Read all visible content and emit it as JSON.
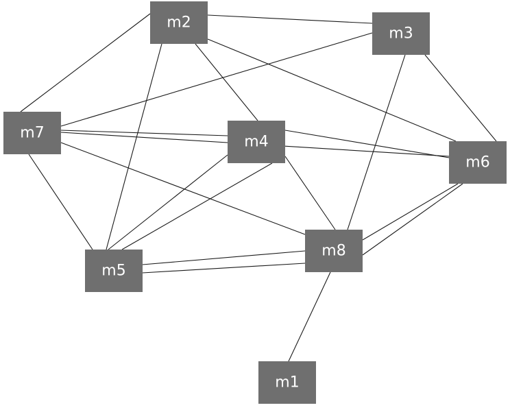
{
  "diagram": {
    "nodes": [
      {
        "id": "m1",
        "label": "m1"
      },
      {
        "id": "m2",
        "label": "m2"
      },
      {
        "id": "m3",
        "label": "m3"
      },
      {
        "id": "m4",
        "label": "m4"
      },
      {
        "id": "m5",
        "label": "m5"
      },
      {
        "id": "m6",
        "label": "m6"
      },
      {
        "id": "m7",
        "label": "m7"
      },
      {
        "id": "m8",
        "label": "m8"
      }
    ],
    "edges": [
      [
        "m2",
        "m3"
      ],
      [
        "m2",
        "m7"
      ],
      [
        "m2",
        "m5"
      ],
      [
        "m2",
        "m4"
      ],
      [
        "m2",
        "m6"
      ],
      [
        "m3",
        "m7"
      ],
      [
        "m3",
        "m6"
      ],
      [
        "m3",
        "m8"
      ],
      [
        "m7",
        "m4"
      ],
      [
        "m7",
        "m6"
      ],
      [
        "m7",
        "m8"
      ],
      [
        "m7",
        "m5"
      ],
      [
        "m4",
        "m6"
      ],
      [
        "m4",
        "m5"
      ],
      [
        "m4",
        "m8"
      ],
      [
        "m6",
        "m8"
      ],
      [
        "m6",
        "m5"
      ],
      [
        "m5",
        "m8"
      ],
      [
        "m8",
        "m1"
      ]
    ]
  }
}
